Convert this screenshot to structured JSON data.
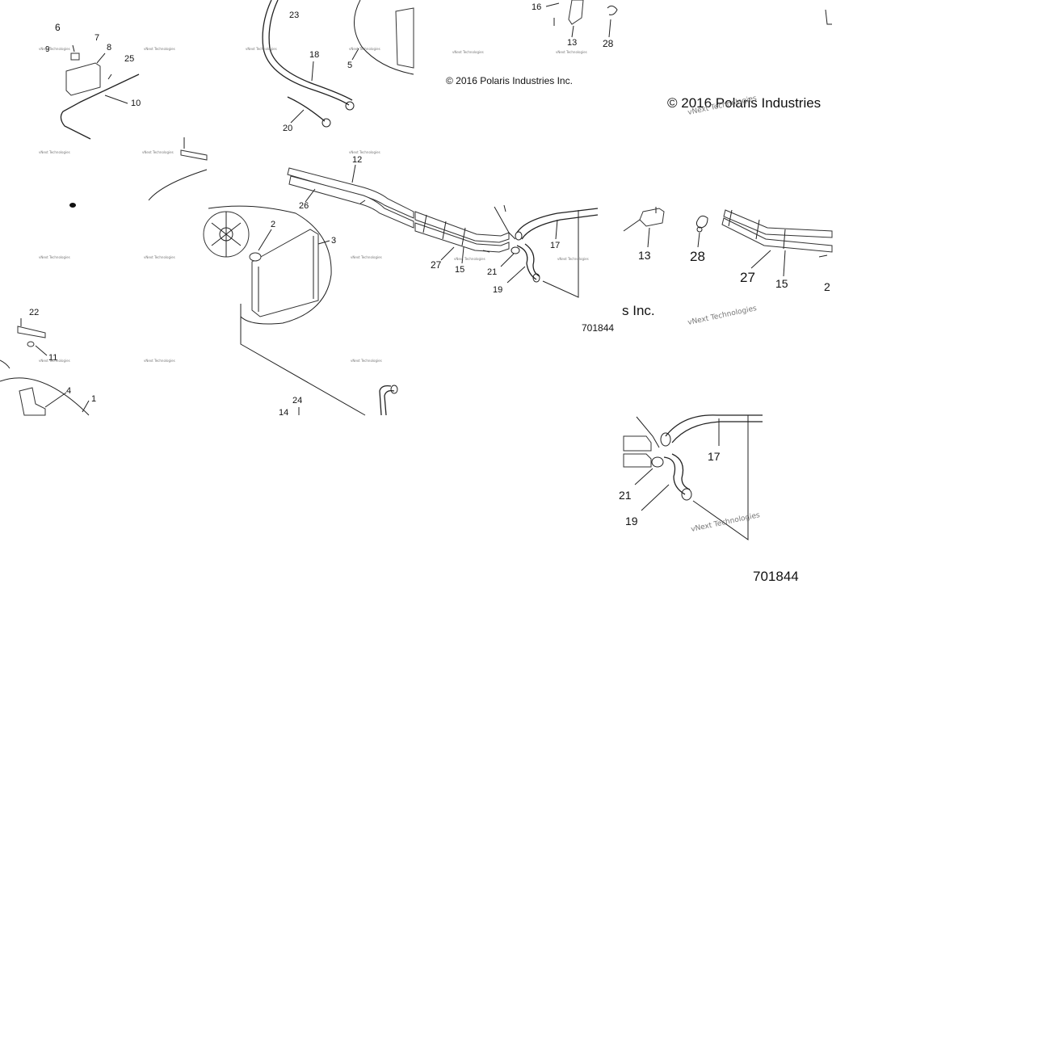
{
  "diagram": {
    "copyright": "© 2016 Polaris Industries Inc.",
    "copyright_large": "© 2016 Polaris Industries",
    "copyright_frag": "s Inc.",
    "drawing_number": "701844",
    "watermark": "vNext Technologies",
    "watermark_big": "vNext Technologies",
    "labels": {
      "l6": "6",
      "l7": "7",
      "l8": "8",
      "l9": "9",
      "l25": "25",
      "l10": "10",
      "l23": "23",
      "l18": "18",
      "l5": "5",
      "l20": "20",
      "l16": "16",
      "l13": "13",
      "l28": "28",
      "l12": "12",
      "l26": "26",
      "l2": "2",
      "l3": "3",
      "l27": "27",
      "l15": "15",
      "l21": "21",
      "l19": "19",
      "l17": "17",
      "l22": "22",
      "l11": "11",
      "l4": "4",
      "l1": "1",
      "l24": "24",
      "l14": "14",
      "b13": "13",
      "b28": "28",
      "b27": "27",
      "b15": "15",
      "b2": "2",
      "c17": "17",
      "c21": "21",
      "c19": "19"
    }
  }
}
